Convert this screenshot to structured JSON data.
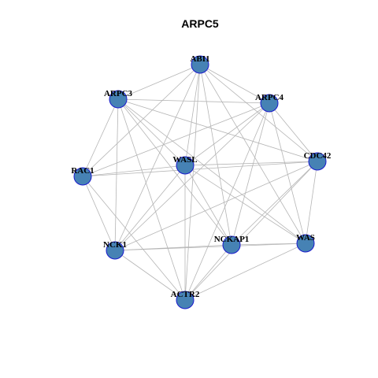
{
  "title": "ARPC5",
  "colors": {
    "node_fill": "#4682b4",
    "node_border": "#1a1acd",
    "edge": "#b5b5b5",
    "background": "#ffffff"
  },
  "nodes": [
    {
      "id": "ABI1",
      "label": "ABI1"
    },
    {
      "id": "ARPC3",
      "label": "ARPC3"
    },
    {
      "id": "ARPC4",
      "label": "ARPC4"
    },
    {
      "id": "CDC42",
      "label": "CDC42"
    },
    {
      "id": "WASL",
      "label": "WASL"
    },
    {
      "id": "RAC1",
      "label": "RAC1"
    },
    {
      "id": "NCK1",
      "label": "NCK1"
    },
    {
      "id": "NCKAP1",
      "label": "NCKAP1"
    },
    {
      "id": "WAS",
      "label": "WAS"
    },
    {
      "id": "ACTR2",
      "label": "ACTR2"
    }
  ],
  "edges": [
    [
      "ABI1",
      "ARPC3"
    ],
    [
      "ABI1",
      "ARPC4"
    ],
    [
      "ABI1",
      "CDC42"
    ],
    [
      "ABI1",
      "WASL"
    ],
    [
      "ABI1",
      "RAC1"
    ],
    [
      "ABI1",
      "NCK1"
    ],
    [
      "ABI1",
      "NCKAP1"
    ],
    [
      "ABI1",
      "WAS"
    ],
    [
      "ABI1",
      "ACTR2"
    ],
    [
      "ARPC3",
      "ARPC4"
    ],
    [
      "ARPC3",
      "CDC42"
    ],
    [
      "ARPC3",
      "WASL"
    ],
    [
      "ARPC3",
      "RAC1"
    ],
    [
      "ARPC3",
      "NCK1"
    ],
    [
      "ARPC3",
      "NCKAP1"
    ],
    [
      "ARPC3",
      "WAS"
    ],
    [
      "ARPC3",
      "ACTR2"
    ],
    [
      "ARPC4",
      "CDC42"
    ],
    [
      "ARPC4",
      "WASL"
    ],
    [
      "ARPC4",
      "RAC1"
    ],
    [
      "ARPC4",
      "NCK1"
    ],
    [
      "ARPC4",
      "NCKAP1"
    ],
    [
      "ARPC4",
      "WAS"
    ],
    [
      "ARPC4",
      "ACTR2"
    ],
    [
      "CDC42",
      "WASL"
    ],
    [
      "CDC42",
      "RAC1"
    ],
    [
      "CDC42",
      "NCK1"
    ],
    [
      "CDC42",
      "NCKAP1"
    ],
    [
      "CDC42",
      "WAS"
    ],
    [
      "CDC42",
      "ACTR2"
    ],
    [
      "WASL",
      "RAC1"
    ],
    [
      "WASL",
      "NCK1"
    ],
    [
      "WASL",
      "NCKAP1"
    ],
    [
      "WASL",
      "WAS"
    ],
    [
      "WASL",
      "ACTR2"
    ],
    [
      "RAC1",
      "NCK1"
    ],
    [
      "RAC1",
      "ACTR2"
    ],
    [
      "NCK1",
      "NCKAP1"
    ],
    [
      "NCK1",
      "WAS"
    ],
    [
      "NCK1",
      "ACTR2"
    ],
    [
      "NCKAP1",
      "WAS"
    ],
    [
      "NCKAP1",
      "ACTR2"
    ],
    [
      "WAS",
      "ACTR2"
    ]
  ]
}
